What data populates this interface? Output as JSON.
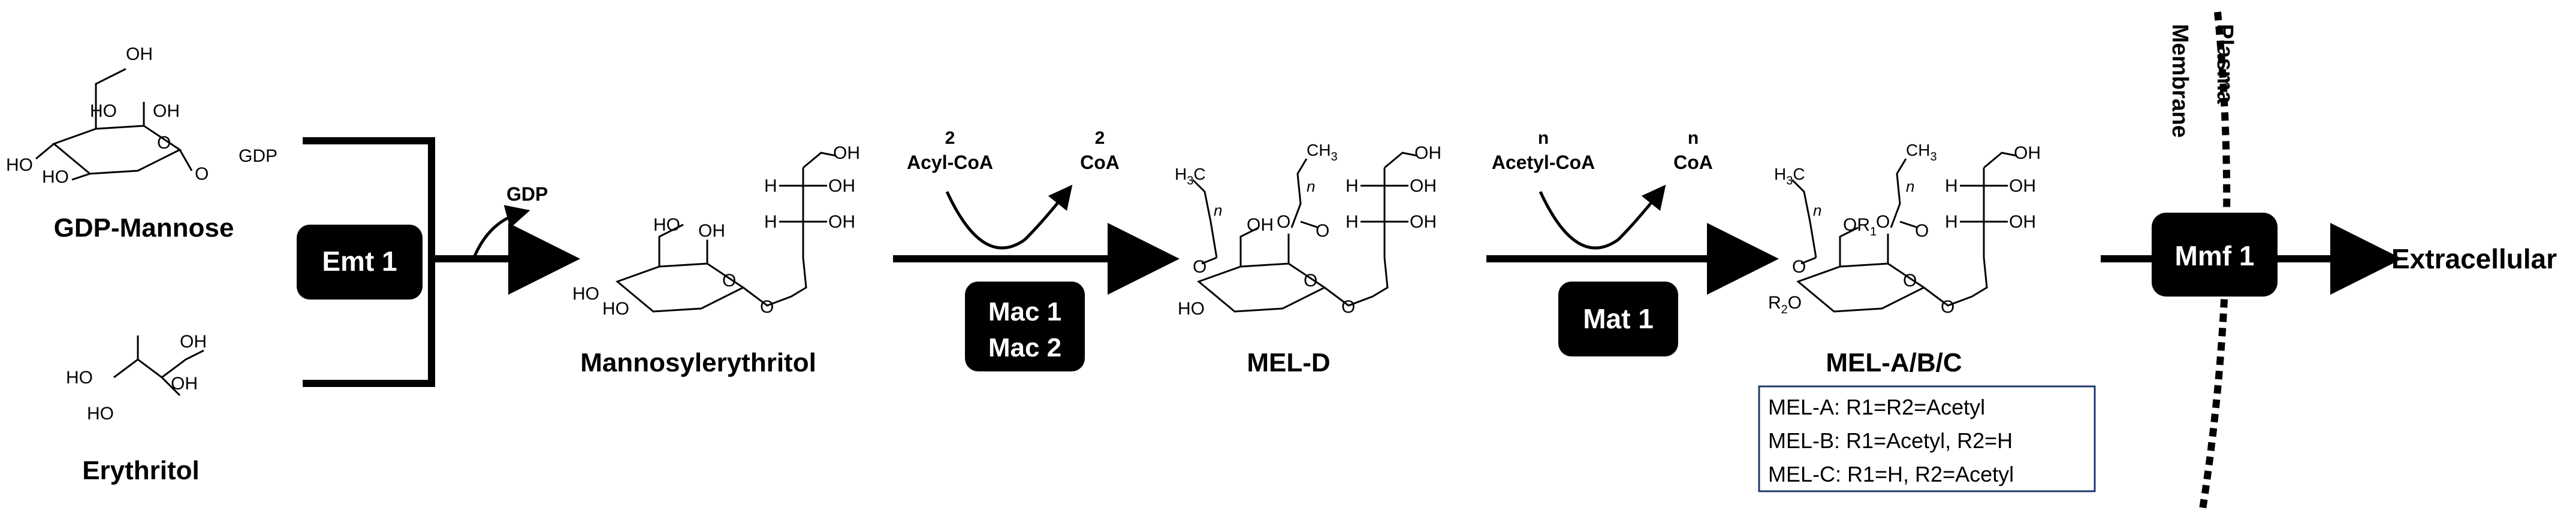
{
  "compounds": {
    "gdp_mannose": "GDP-Mannose",
    "erythritol": "Erythritol",
    "mannosylerythritol": "Mannosylerythritol",
    "mel_d": "MEL-D",
    "mel_abc": "MEL-A/B/C"
  },
  "enzymes": {
    "emt1": "Emt 1",
    "mac1": "Mac 1",
    "mac2": "Mac 2",
    "mat1": "Mat 1",
    "mmf1": "Mmf 1"
  },
  "cofactors": {
    "gdp_out": "GDP",
    "acyl_in_n": "2",
    "acyl_in": "Acyl-CoA",
    "acyl_out_n": "2",
    "acyl_out": "CoA",
    "acetyl_in_n": "n",
    "acetyl_in": "Acetyl-CoA",
    "acetyl_out_n": "n",
    "acetyl_out": "CoA"
  },
  "membrane": {
    "line1": "Plasma",
    "line2": "Membrane"
  },
  "destination": "Extracellular",
  "legend": [
    "MEL-A: R1=R2=Acetyl",
    "MEL-B: R1=Acetyl, R2=H",
    "MEL-C: R1=H, R2=Acetyl"
  ],
  "atoms": {
    "HO": "HO",
    "OH": "OH",
    "O": "O",
    "GDP": "GDP",
    "H": "H",
    "C": "C",
    "CH3": "CH",
    "H3C": "H",
    "three": "3",
    "two": "2",
    "n": "n",
    "OR1": "OR",
    "R2O": "R",
    "one": "1",
    "C_lbl": "C",
    "H2C": "H",
    "CH2": "CH"
  }
}
